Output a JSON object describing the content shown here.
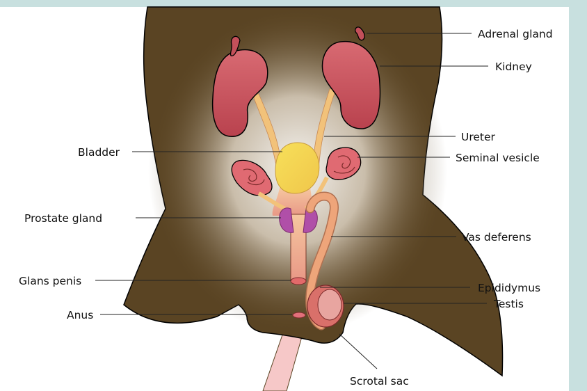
{
  "colors": {
    "side_panel": "#c8e0df",
    "body": "#5a4423",
    "kidney": "#c4505a",
    "ureter": "#f2c27a",
    "bladder": "#f4d54a",
    "prostate": "#b04fa8",
    "vas_deferens": "#eea57a",
    "testis": "#d9706a",
    "seminal_vesicle": "#e06a72",
    "tail": "#f6c8c8"
  },
  "labels": {
    "adrenal_gland": "Adrenal gland",
    "kidney": "Kidney",
    "ureter": "Ureter",
    "bladder": "Bladder",
    "seminal_vesicle": "Seminal vesicle",
    "prostate_gland": "Prostate gland",
    "vas_deferens": "Vas deferens",
    "glans_penis": "Glans penis",
    "epididymus": "Epididymus",
    "testis": "Testis",
    "anus": "Anus",
    "scrotal_sac": "Scrotal sac"
  }
}
